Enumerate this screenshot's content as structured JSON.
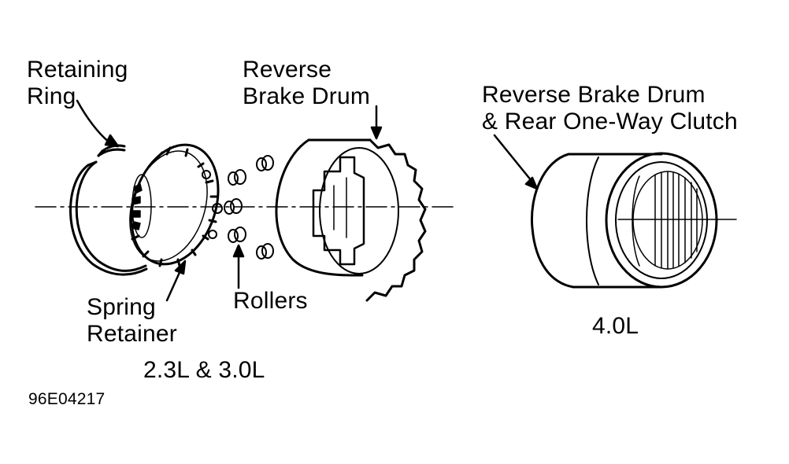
{
  "labels": {
    "retaining_ring": "Retaining\nRing",
    "reverse_brake_drum": "Reverse\nBrake Drum",
    "reverse_brake_drum_clutch": "Reverse Brake Drum\n& Rear One-Way Clutch",
    "rollers": "Rollers",
    "spring_retainer": "Spring\nRetainer",
    "variant_small": "2.3L & 3.0L",
    "variant_large": "4.0L",
    "figure_code": "96E04217"
  },
  "colors": {
    "ink": "#000000",
    "paper": "#ffffff"
  }
}
